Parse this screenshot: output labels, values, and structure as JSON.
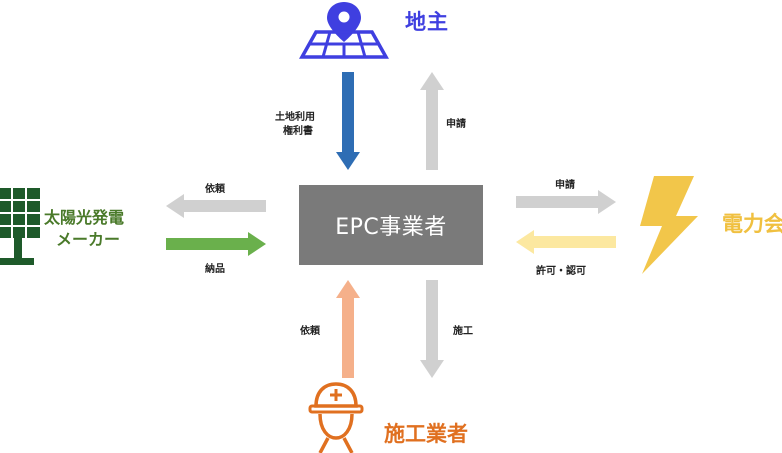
{
  "center": {
    "label": "EPC事業者"
  },
  "nodes": {
    "landowner": {
      "label": "地主",
      "color": "#3f3fe0",
      "icon": "map-pin-grid-icon"
    },
    "solar_maker": {
      "label_line1": "太陽光発電",
      "label_line2": "メーカー",
      "color": "#4a7a2a",
      "icon": "solar-panel-icon"
    },
    "power_company": {
      "label": "電力会",
      "color": "#f0c040",
      "icon": "lightning-icon"
    },
    "contractor": {
      "label": "施工業者",
      "color": "#e07020",
      "icon": "construction-worker-icon"
    }
  },
  "edges": {
    "landowner_to_epc": {
      "label_line1": "土地利用",
      "label_line2": "権利書",
      "color": "#2e6db4"
    },
    "epc_to_landowner": {
      "label": "申請",
      "color": "#d0d0d0"
    },
    "epc_to_maker": {
      "label": "依頼",
      "color": "#d0d0d0"
    },
    "maker_to_epc": {
      "label": "納品",
      "color": "#6ab04c"
    },
    "epc_to_power": {
      "label": "申請",
      "color": "#d0d0d0"
    },
    "power_to_epc": {
      "label": "許可・認可",
      "color": "#fce8a0"
    },
    "contractor_to_epc": {
      "label": "依頼",
      "color": "#f5b08a"
    },
    "epc_to_contractor": {
      "label": "施工",
      "color": "#d0d0d0"
    }
  }
}
